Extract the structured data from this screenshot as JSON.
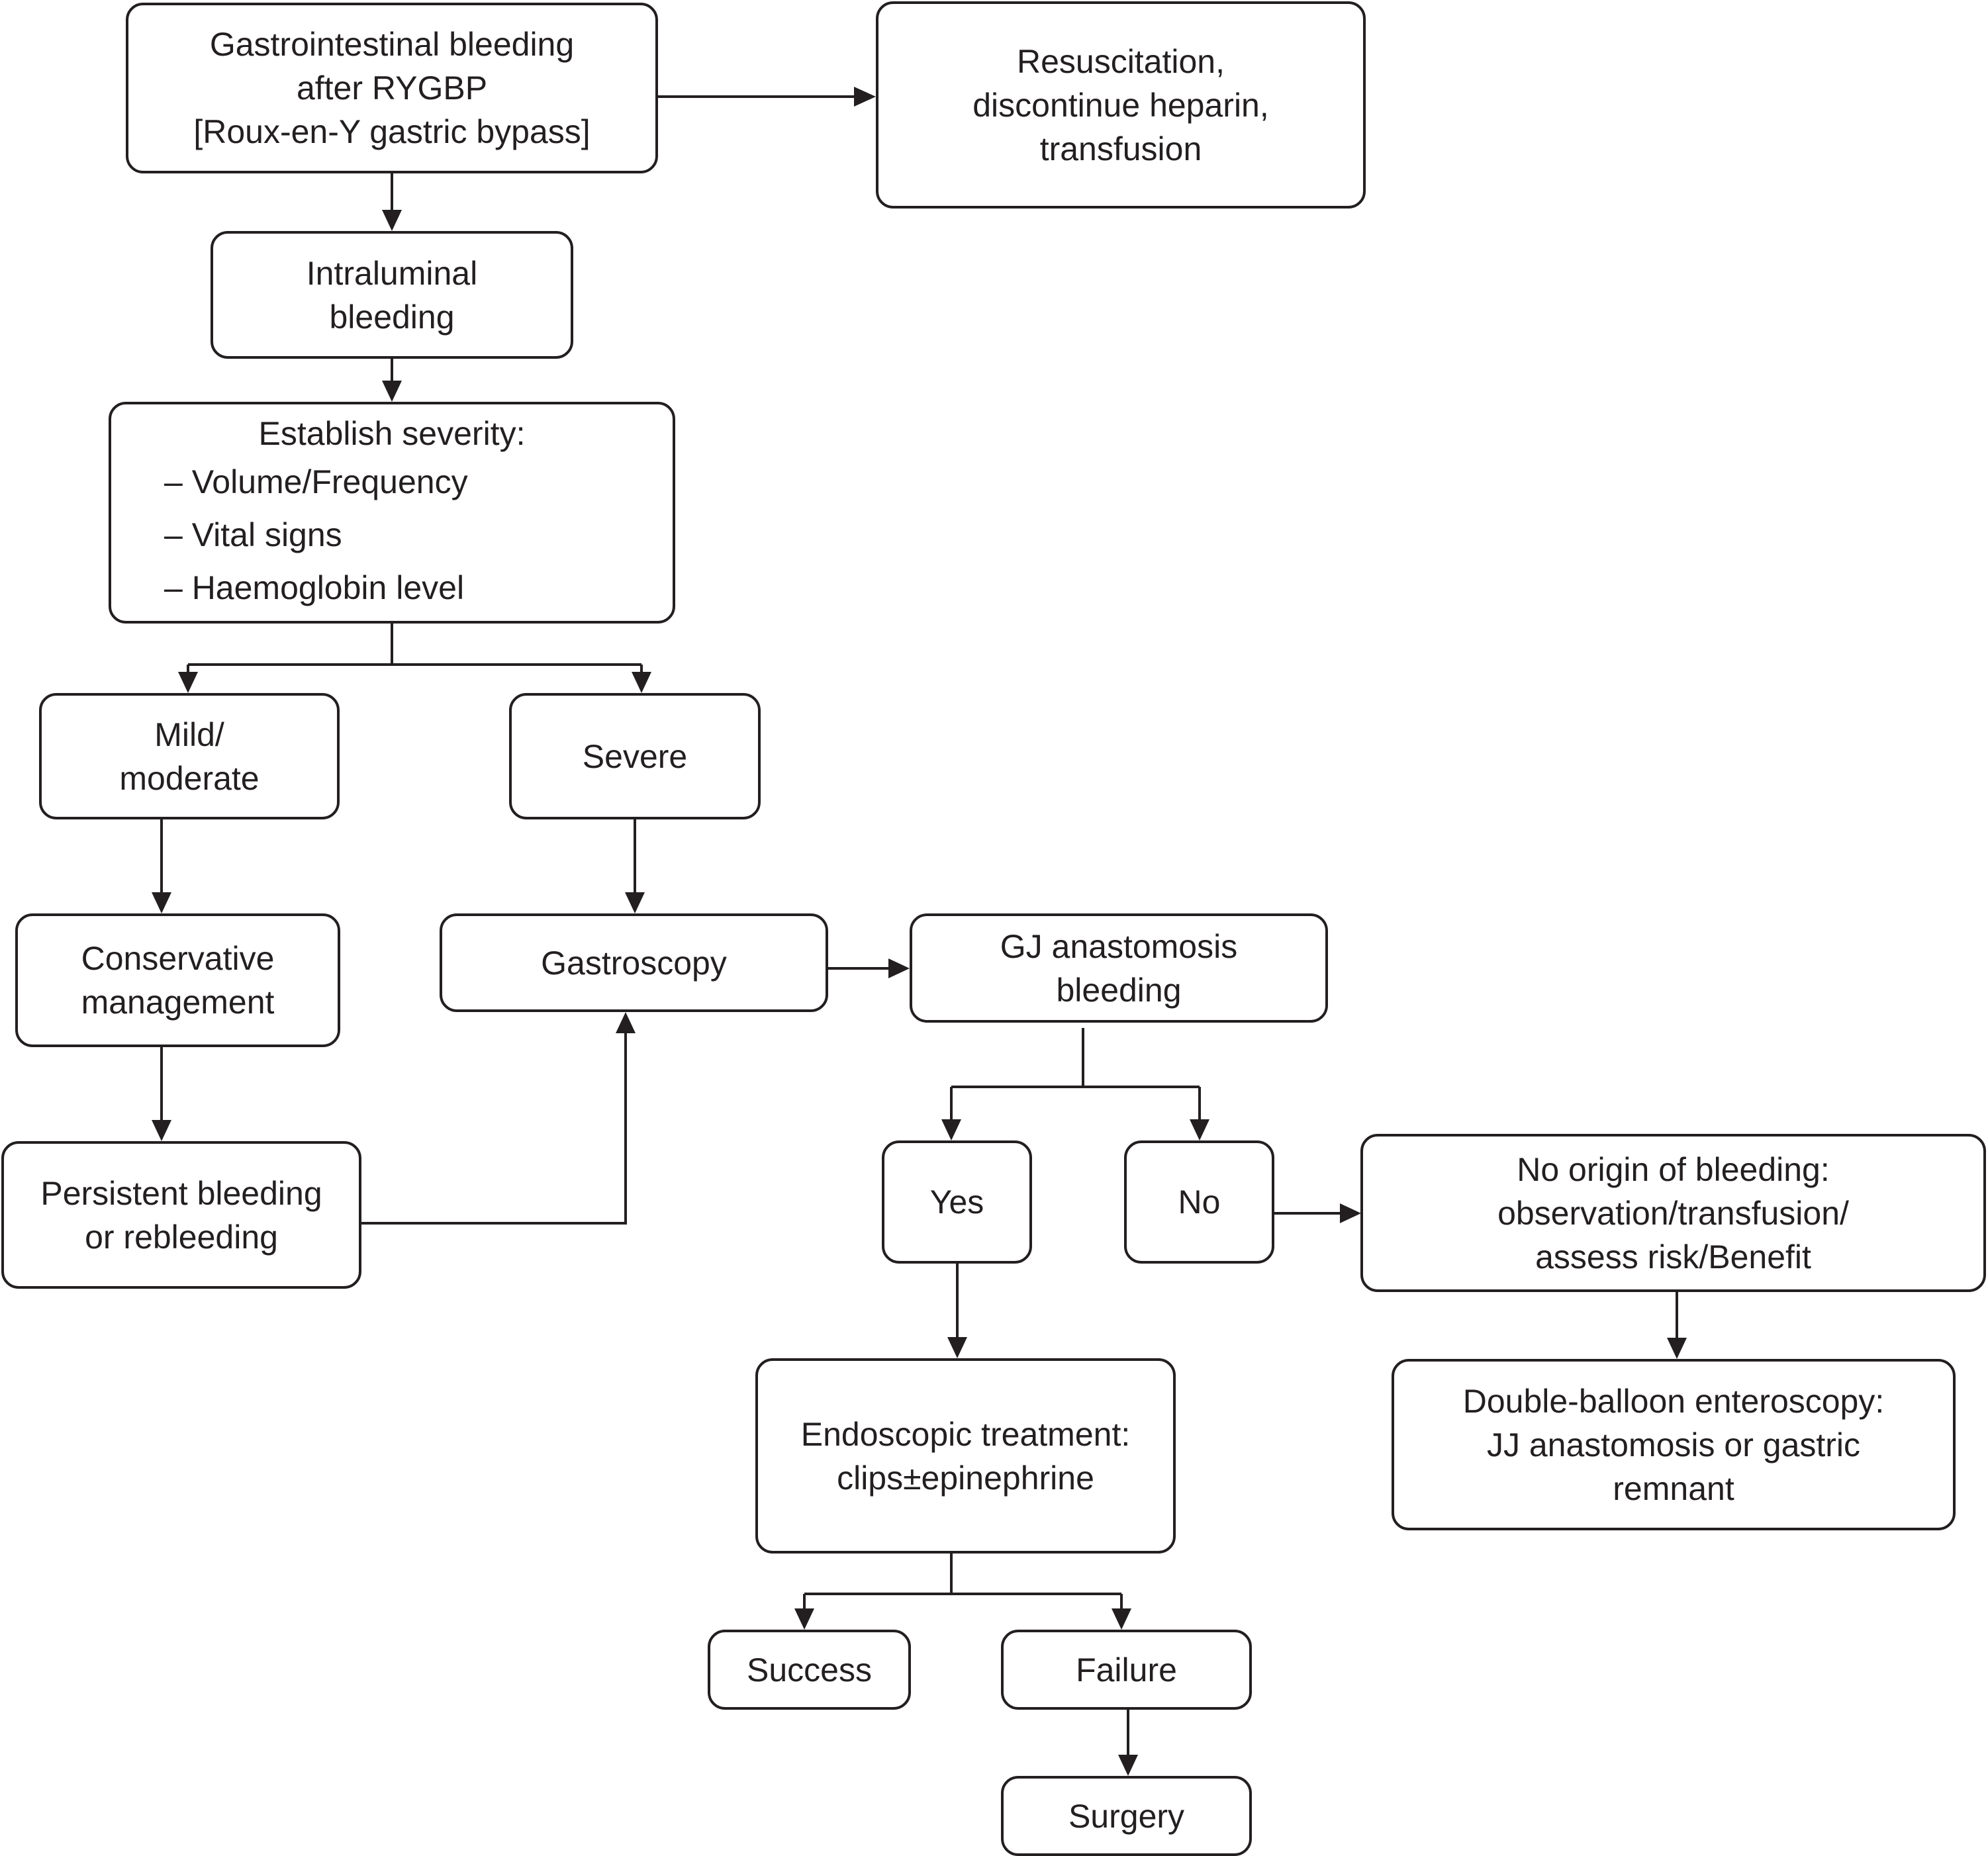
{
  "colors": {
    "line": "#231f20",
    "background": "#ffffff"
  },
  "nodes": {
    "gi_bleeding": {
      "lines": [
        "Gastrointestinal bleeding",
        "after RYGBP",
        "[Roux-en-Y gastric bypass]"
      ]
    },
    "resuscitation": {
      "lines": [
        "Resuscitation,",
        "discontinue heparin,",
        "transfusion"
      ]
    },
    "intraluminal": {
      "lines": [
        "Intraluminal",
        "bleeding"
      ]
    },
    "severity": {
      "heading": "Establish severity:",
      "items": [
        "– Volume/Frequency",
        "– Vital signs",
        "– Haemoglobin level"
      ]
    },
    "mild": {
      "lines": [
        "Mild/",
        "moderate"
      ]
    },
    "severe": {
      "lines": [
        "Severe"
      ]
    },
    "conservative": {
      "lines": [
        "Conservative",
        "management"
      ]
    },
    "gastroscopy": {
      "lines": [
        "Gastroscopy"
      ]
    },
    "gj": {
      "lines": [
        "GJ anastomosis",
        "bleeding"
      ]
    },
    "persistent": {
      "lines": [
        "Persistent bleeding",
        "or rebleeding"
      ]
    },
    "yes": {
      "lines": [
        "Yes"
      ]
    },
    "no": {
      "lines": [
        "No"
      ]
    },
    "no_origin": {
      "lines": [
        "No origin of bleeding:",
        "observation/transfusion/",
        "assess risk/Benefit"
      ]
    },
    "endoscopic": {
      "lines": [
        "Endoscopic treatment:",
        "clips±epinephrine"
      ]
    },
    "double_balloon": {
      "lines": [
        "Double-balloon enteroscopy:",
        "JJ anastomosis or gastric",
        "remnant"
      ]
    },
    "success": {
      "lines": [
        "Success"
      ]
    },
    "failure": {
      "lines": [
        "Failure"
      ]
    },
    "surgery": {
      "lines": [
        "Surgery"
      ]
    }
  }
}
